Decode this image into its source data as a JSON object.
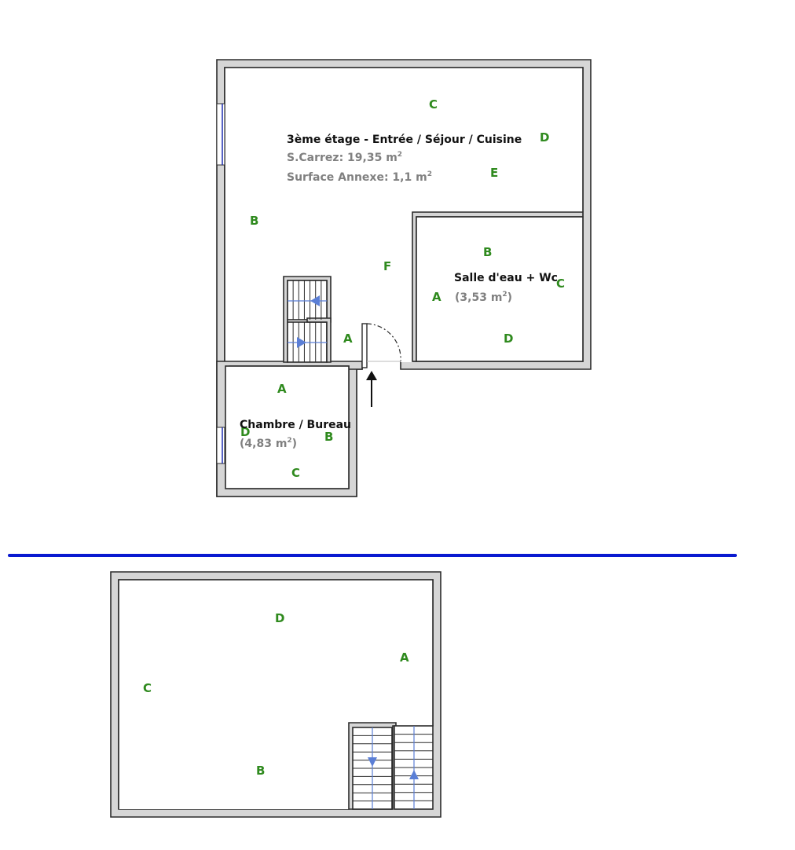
{
  "colors": {
    "wall_fill": "#d6d6d6",
    "wall_stroke": "#2b2b2b",
    "label_green": "#2f8a1e",
    "area_grey": "#808080",
    "window_blue": "#1f2fb0",
    "separator_blue": "#0a1ad0",
    "stair_arrow_blue": "#5b7fd6",
    "text_black": "#111111"
  },
  "rooms": {
    "sejour": {
      "name": "3ème étage - Entrée  / Séjour / Cuisine",
      "carrez": "S.Carrez: 19,35 m",
      "annexe": "Surface Annexe: 1,1 m",
      "sup": "2"
    },
    "salle_eau": {
      "name": "Salle d'eau + Wc",
      "area": "(3,53 m",
      "sup": "2",
      "close": ")"
    },
    "chambre": {
      "name": "Chambre / Bureau",
      "area": "(4,83 m",
      "sup": "2",
      "close": ")"
    }
  },
  "wall_labels": {
    "sejour": [
      "C",
      "D",
      "E",
      "B",
      "F",
      "A"
    ],
    "salle_eau": [
      "B",
      "C",
      "A",
      "D"
    ],
    "chambre": [
      "A",
      "D",
      "B",
      "C"
    ],
    "lower": [
      "D",
      "A",
      "C",
      "B"
    ]
  },
  "icons": {
    "entrance": "entrance-arrow-icon",
    "stair_up": "stair-arrow-icon"
  }
}
